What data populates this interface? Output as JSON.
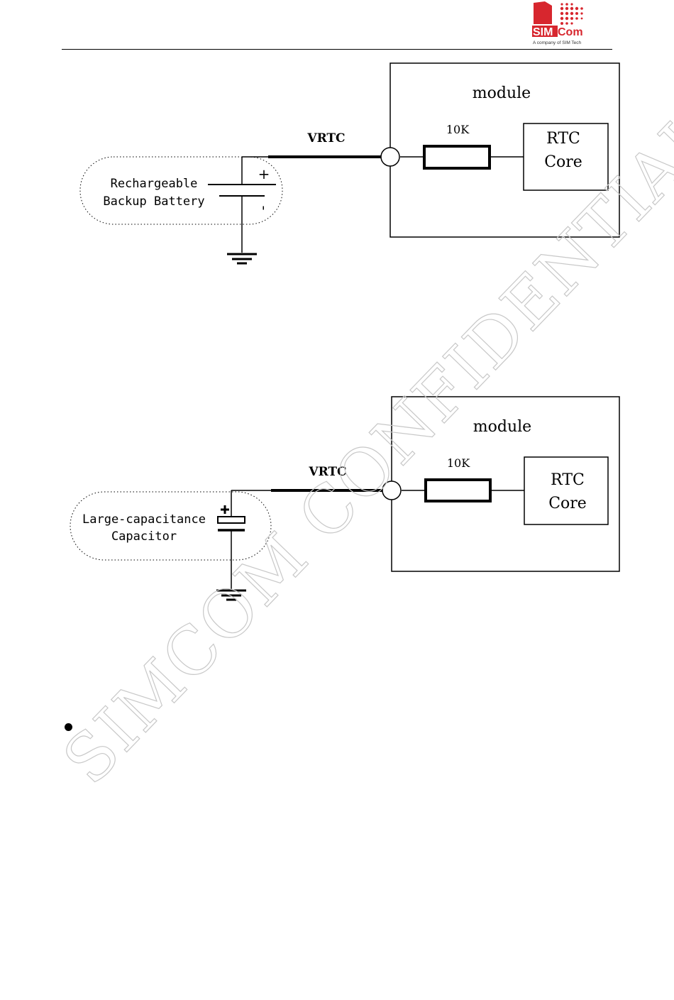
{
  "header": {
    "logo_text": "SIMCom",
    "logo_tagline": "A company of SIM Tech"
  },
  "diagram_1": {
    "module_label": "module",
    "resistor_label": "10K",
    "core_line1": "RTC",
    "core_line2": "Core",
    "net_label": "VRTC",
    "source_line1": "Rechargeable",
    "source_line2": "Backup Battery",
    "plus_mark": "+",
    "minus_mark": "-"
  },
  "diagram_2": {
    "module_label": "module",
    "resistor_label": "10K",
    "core_line1": "RTC",
    "core_line2": "Core",
    "net_label": "VRTC",
    "source_line1": "Large-capacitance",
    "source_line2": "Capacitor"
  },
  "watermark": {
    "text": "SIMCOM CONFIDENTIAL FILE"
  },
  "colors": {
    "logo_red": "#d7262e",
    "line": "#000000",
    "watermark_stroke": "#cccccc"
  }
}
